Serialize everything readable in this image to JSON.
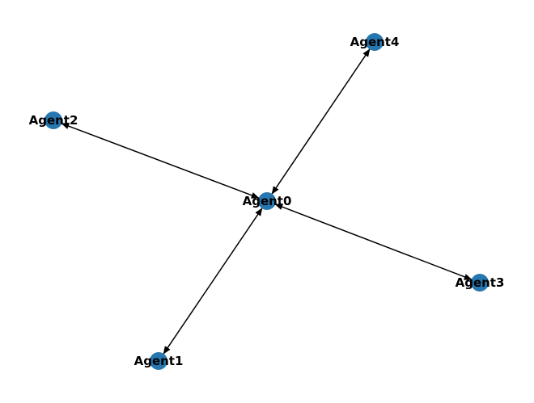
{
  "graph": {
    "node_color": "#2676b0",
    "edge_color": "#000000",
    "label_color": "#000000",
    "directed": true,
    "bidirectional_edges": true,
    "nodes": [
      {
        "id": "Agent0",
        "label": "Agent0"
      },
      {
        "id": "Agent1",
        "label": "Agent1"
      },
      {
        "id": "Agent2",
        "label": "Agent2"
      },
      {
        "id": "Agent3",
        "label": "Agent3"
      },
      {
        "id": "Agent4",
        "label": "Agent4"
      }
    ],
    "edges": [
      {
        "source": "Agent0",
        "target": "Agent1",
        "bidirectional": true
      },
      {
        "source": "Agent0",
        "target": "Agent2",
        "bidirectional": true
      },
      {
        "source": "Agent0",
        "target": "Agent3",
        "bidirectional": true
      },
      {
        "source": "Agent0",
        "target": "Agent4",
        "bidirectional": true
      }
    ]
  }
}
